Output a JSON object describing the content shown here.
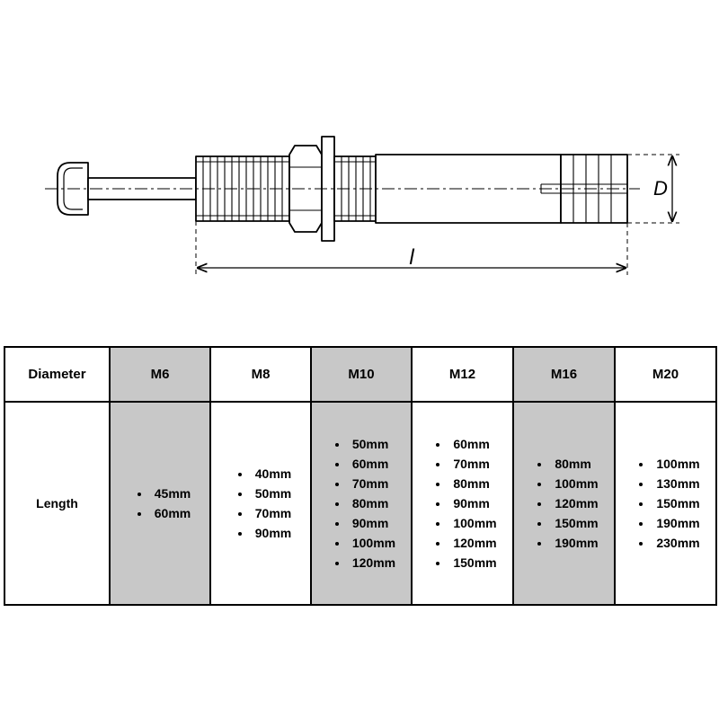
{
  "drawing": {
    "diameter_label": "D",
    "length_label": "l"
  },
  "table": {
    "header_label": "Diameter",
    "row_label": "Length",
    "shade_color": "#c8c8c8",
    "columns": [
      {
        "size": "M6",
        "shaded": true,
        "lengths": [
          "45mm",
          "60mm"
        ]
      },
      {
        "size": "M8",
        "shaded": false,
        "lengths": [
          "40mm",
          "50mm",
          "70mm",
          "90mm"
        ]
      },
      {
        "size": "M10",
        "shaded": true,
        "lengths": [
          "50mm",
          "60mm",
          "70mm",
          "80mm",
          "90mm",
          "100mm",
          "120mm"
        ]
      },
      {
        "size": "M12",
        "shaded": false,
        "lengths": [
          "60mm",
          "70mm",
          "80mm",
          "90mm",
          "100mm",
          "120mm",
          "150mm"
        ]
      },
      {
        "size": "M16",
        "shaded": true,
        "lengths": [
          "80mm",
          "100mm",
          "120mm",
          "150mm",
          "190mm"
        ]
      },
      {
        "size": "M20",
        "shaded": false,
        "lengths": [
          "100mm",
          "130mm",
          "150mm",
          "190mm",
          "230mm"
        ]
      }
    ]
  }
}
